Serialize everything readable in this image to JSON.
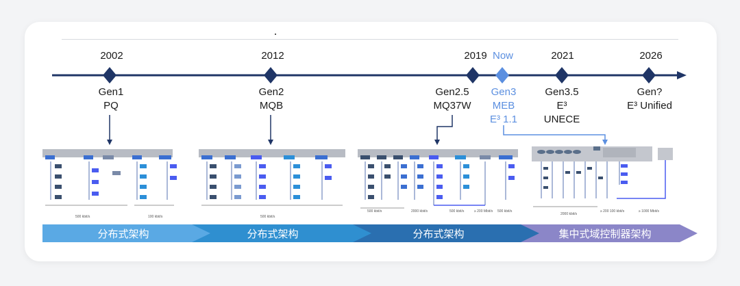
{
  "milestones": [
    {
      "year": "2002",
      "lines": [
        "Gen1",
        "PQ"
      ],
      "now": false
    },
    {
      "year": "2012",
      "lines": [
        "Gen2",
        "MQB"
      ],
      "now": false
    },
    {
      "year": "2019",
      "lines": [
        "Gen2.5",
        "MQ37W"
      ],
      "now": false
    },
    {
      "year": "Now",
      "lines": [
        "Gen3",
        "MEB",
        "E³ 1.1"
      ],
      "now": true
    },
    {
      "year": "2021",
      "lines": [
        "Gen3.5",
        "E³",
        "UNECE"
      ],
      "now": false
    },
    {
      "year": "2026",
      "lines": [
        "Gen?",
        "E³ Unified"
      ],
      "now": false
    }
  ],
  "bands": [
    {
      "label": "分布式架构"
    },
    {
      "label": "分布式架构"
    },
    {
      "label": "分布式架构"
    },
    {
      "label": "集中式域控制器架构"
    }
  ],
  "thumbnail_labels": {
    "t1_left": "500 kbit/s",
    "t1_right": "100 kbit/s",
    "t2": "500 kbit/s",
    "t3_a": "500 kbit/s",
    "t3_b": "2000 kbit/s",
    "t3_c": "500 kbit/s",
    "t3_d": "≥ 200 Mbit/s",
    "t3_e": "500 kbit/s",
    "t4_a": "2000 kbit/s",
    "t4_b": "≥ 200 100 kbit/s",
    "t4_c": "≥ 1000 Mbit/s"
  },
  "colors": {
    "axis": "#1f3566",
    "diamond": "#1f3566",
    "now": "#5b8fe0",
    "band1": "#5aa9e4",
    "band2": "#2f8fd0",
    "band3": "#2a6fb0",
    "band4": "#8b86c8"
  }
}
